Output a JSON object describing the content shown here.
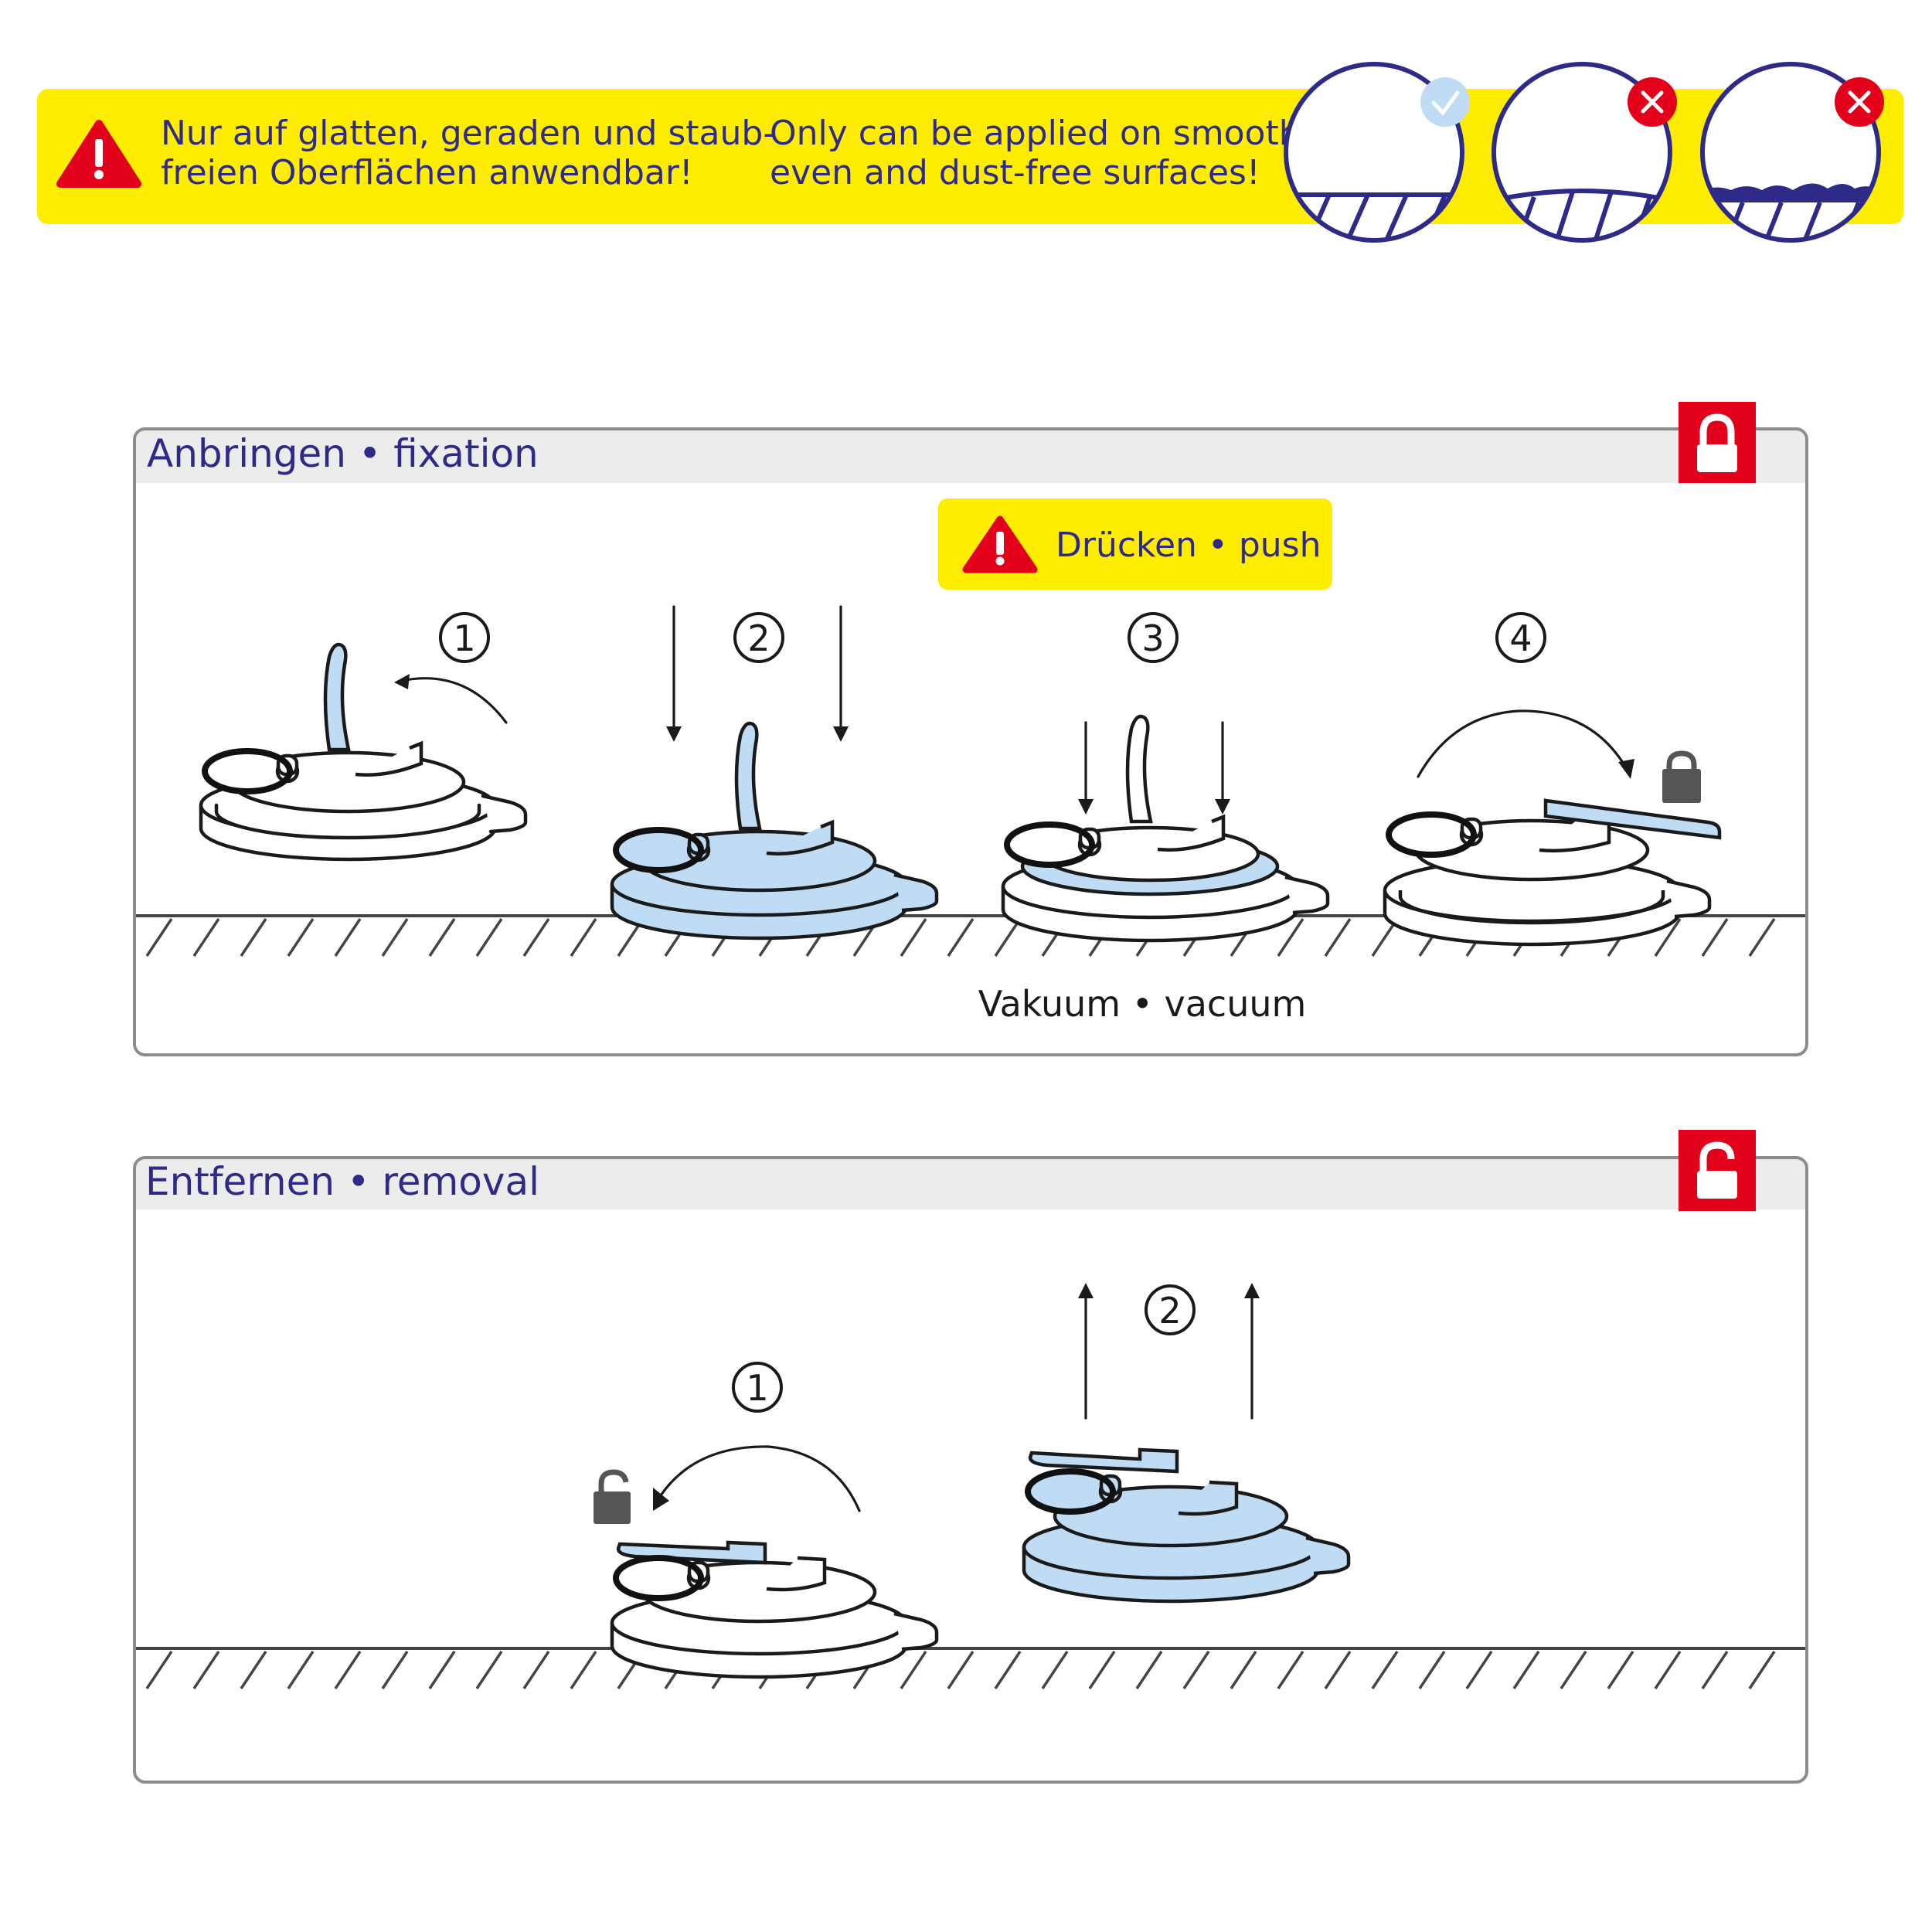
{
  "colors": {
    "banner_yellow": "#ffed00",
    "warning_red": "#e2001a",
    "title_purple": "#2e2a88",
    "panel_header_gray": "#ececec",
    "panel_border": "#8c8c8c",
    "suction_blue": "#bfdcf4",
    "lock_gray": "#555555",
    "check_blue": "#bfdcf4"
  },
  "banner": {
    "warning_icon": "warning-triangle-icon",
    "text_de_line1": "Nur auf glatten, geraden und staub-",
    "text_de_line2": "freien Oberflächen anwendbar!",
    "text_en_line1": "Only can be applied on smooth,",
    "text_en_line2": "even and dust-free surfaces!",
    "surfaces": [
      {
        "kind": "smooth",
        "status": "ok",
        "icon": "checkmark-icon"
      },
      {
        "kind": "curved",
        "status": "not-ok",
        "icon": "cross-icon"
      },
      {
        "kind": "dusty",
        "status": "not-ok",
        "icon": "cross-icon"
      }
    ]
  },
  "fixation": {
    "title": "Anbringen • fixation",
    "lock_icon": "lock-closed-icon",
    "push_note": "Drücken • push",
    "vacuum_label": "Vakuum • vacuum",
    "steps": [
      "①",
      "②",
      "③",
      "④"
    ]
  },
  "removal": {
    "title": "Entfernen • removal",
    "lock_icon": "lock-open-icon",
    "steps": [
      "①",
      "②"
    ]
  }
}
